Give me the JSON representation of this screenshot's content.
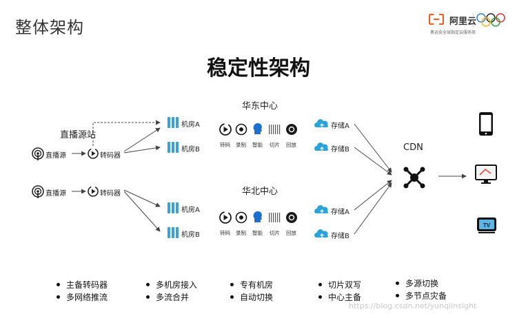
{
  "slide_title": "整体架构",
  "main_title": "稳定性架构",
  "logo": {
    "name": "阿里云",
    "subtitle": "奥运会全球指定云服务商"
  },
  "regions": {
    "east": "华东中心",
    "north": "华北中心"
  },
  "stream_station": "直播源站",
  "source_label": "直播源",
  "transcoder_label": "转码器",
  "rooms": {
    "a": "机房A",
    "b": "机房B"
  },
  "services": [
    "转码",
    "录制",
    "智能",
    "切片",
    "回放"
  ],
  "storage": {
    "a": "存储A",
    "b": "存储B"
  },
  "cdn_label": "CDN",
  "bullet_groups": [
    [
      "主备转码器",
      "多网络推流"
    ],
    [
      "多机房接入",
      "多流合并"
    ],
    [
      "专有机房",
      "自动切换"
    ],
    [
      "切片双写",
      "中心主备"
    ],
    [
      "多源切换",
      "多节点灾备"
    ]
  ],
  "watermark": "https://blog.csdn.net/yunqiinsight",
  "colors": {
    "rooms": "#3aa0dd",
    "storage": "#29a3d8",
    "accent_dark": "#1a1a1a",
    "brain": "#1e6fd0"
  }
}
